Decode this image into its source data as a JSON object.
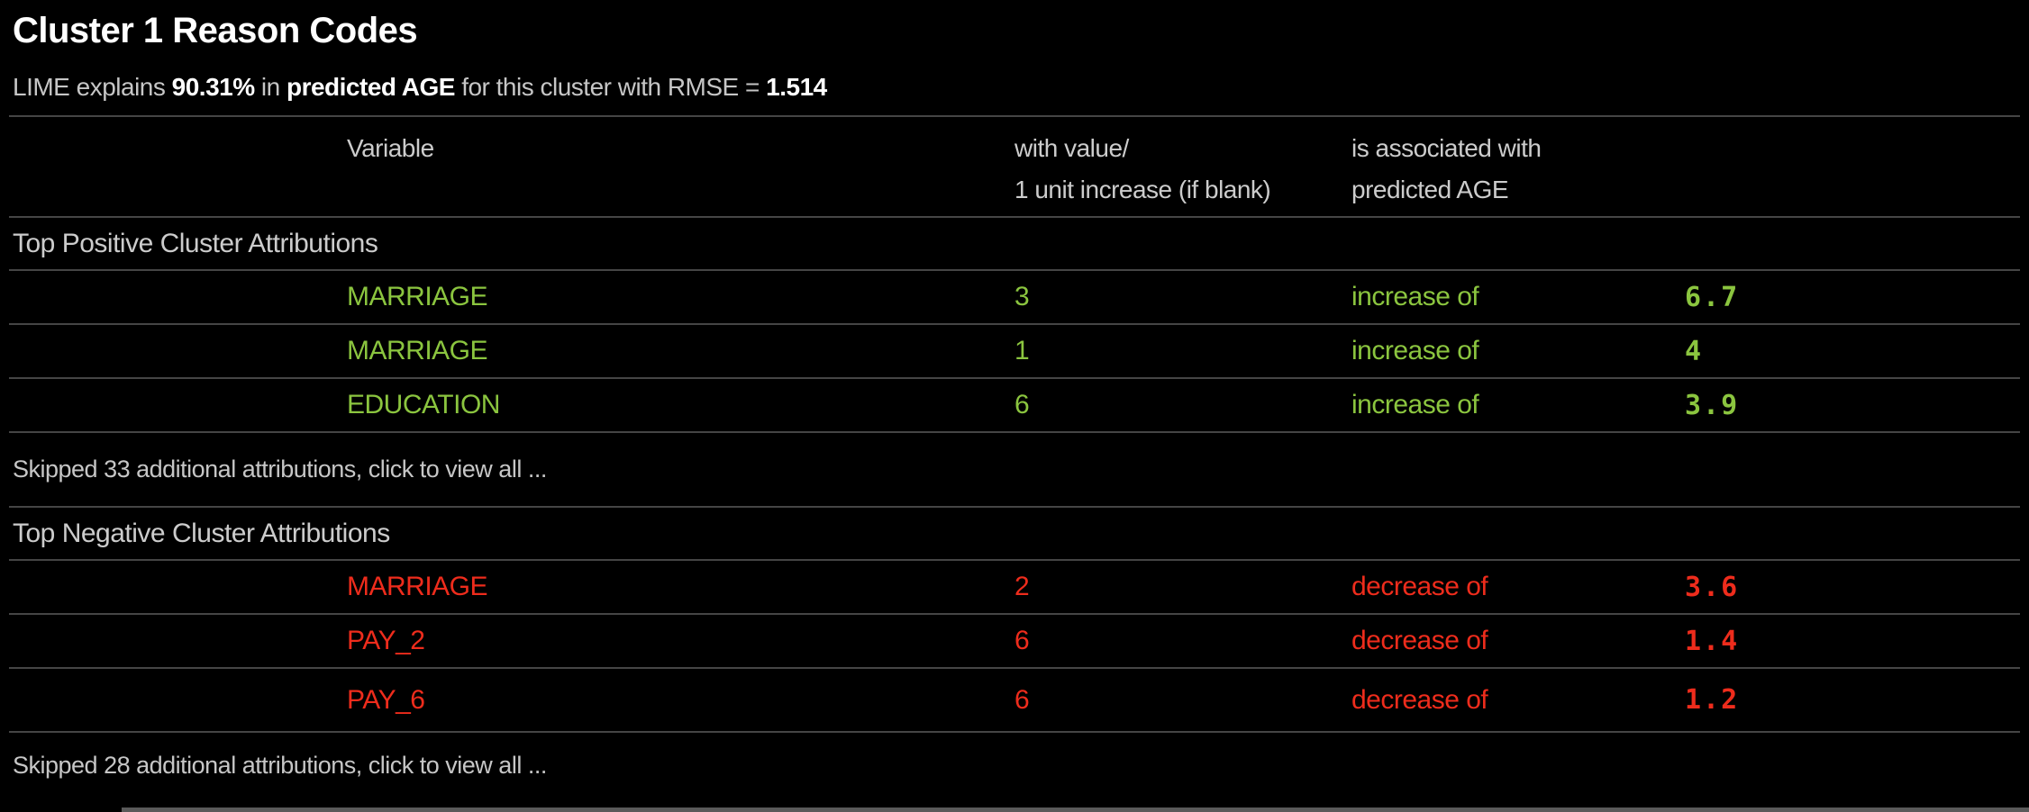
{
  "page": {
    "title": "Cluster 1 Reason Codes",
    "subtitle": {
      "segments": [
        {
          "text": "LIME explains "
        },
        {
          "text": "90.31%"
        },
        {
          "text": " in "
        },
        {
          "text": "predicted AGE"
        },
        {
          "text": " for this cluster with RMSE = "
        },
        {
          "text": "1.514"
        }
      ]
    }
  },
  "table": {
    "headers": {
      "variable": "Variable",
      "value_line1": "with value/",
      "value_line2": "1 unit increase (if blank)",
      "assoc_line1": "is associated with",
      "assoc_line2": "predicted AGE"
    },
    "positive": {
      "section_title": "Top Positive Cluster Attributions",
      "rows": [
        {
          "variable": "MARRIAGE",
          "value": "3",
          "direction": "increase of",
          "amount": "6.7"
        },
        {
          "variable": "MARRIAGE",
          "value": "1",
          "direction": "increase of",
          "amount": "4"
        },
        {
          "variable": "EDUCATION",
          "value": "6",
          "direction": "increase of",
          "amount": "3.9"
        }
      ],
      "skipped_note": "Skipped 33 additional attributions, click to view all ..."
    },
    "negative": {
      "section_title": "Top Negative Cluster Attributions",
      "rows": [
        {
          "variable": "MARRIAGE",
          "value": "2",
          "direction": "decrease of",
          "amount": "3.6"
        },
        {
          "variable": "PAY_2",
          "value": "6",
          "direction": "decrease of",
          "amount": "1.4"
        },
        {
          "variable": "PAY_6",
          "value": "6",
          "direction": "decrease of",
          "amount": "1.2"
        }
      ],
      "skipped_note": "Skipped 28 additional attributions, click to view all ..."
    }
  },
  "colors": {
    "background": "#000000",
    "title_text": "#ffffff",
    "muted_text": "#c6c6c6",
    "header_text": "#cccccc",
    "positive": "#8bc53f",
    "negative": "#ee2c1c",
    "divider": "#454545",
    "partial_bar": "#5a5a5a"
  }
}
